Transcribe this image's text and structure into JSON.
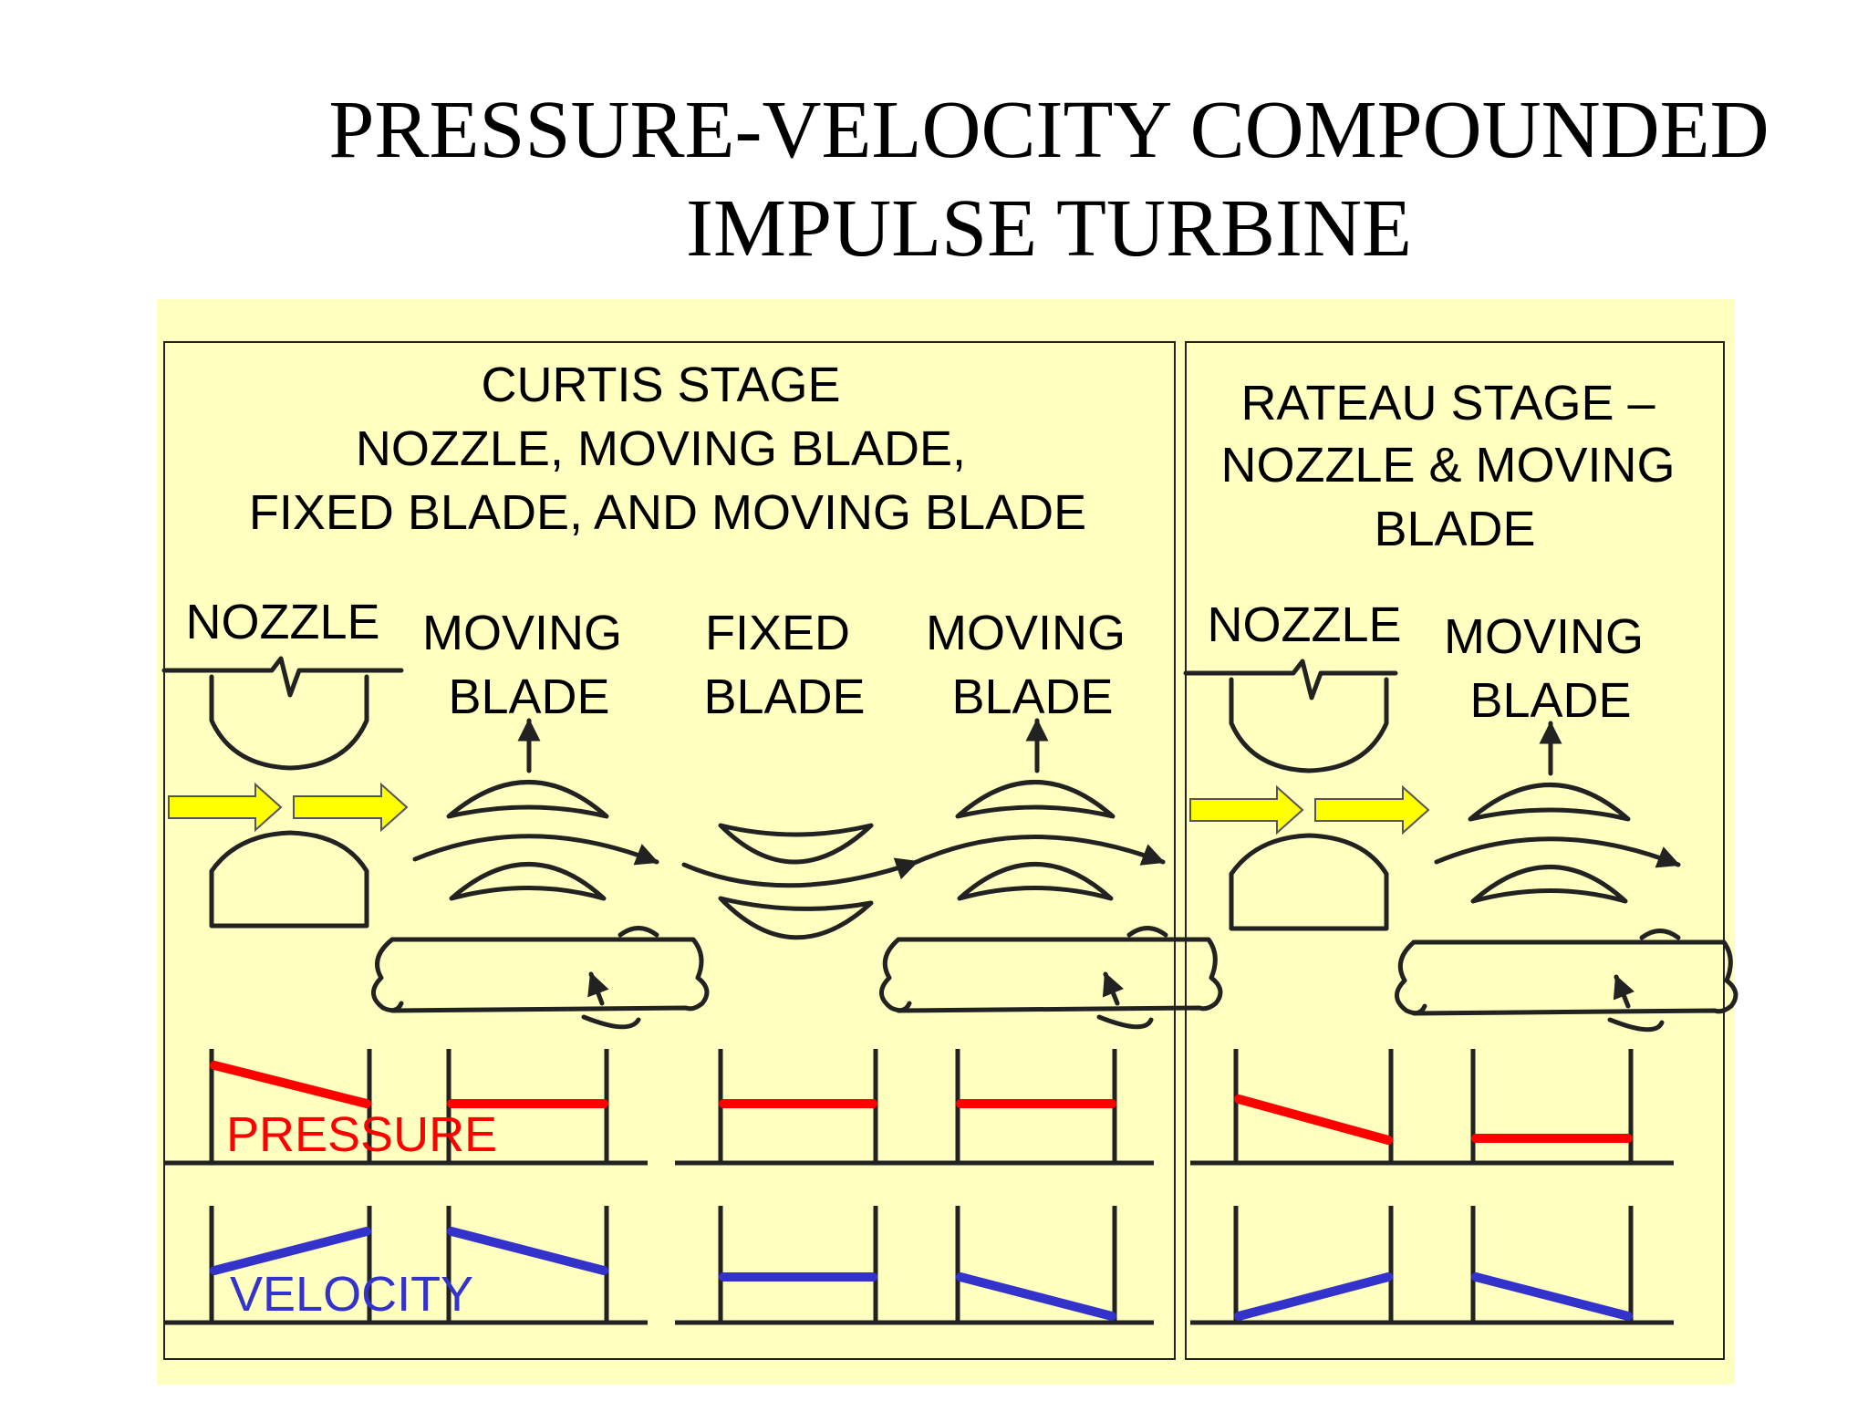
{
  "title": {
    "line1": "PRESSURE-VELOCITY COMPOUNDED",
    "line2": "IMPULSE TURBINE"
  },
  "curtis": {
    "heading": [
      "CURTIS STAGE",
      "NOZZLE, MOVING BLADE,",
      "FIXED BLADE, AND MOVING BLADE"
    ],
    "nozzle_label": "NOZZLE",
    "moving1_label": [
      "MOVING",
      "BLADE"
    ],
    "fixed_label": [
      "FIXED",
      "BLADE"
    ],
    "moving2_label": [
      "MOVING",
      "BLADE"
    ],
    "pressure_label": "PRESSURE",
    "velocity_label": "VELOCITY"
  },
  "rateau": {
    "heading": [
      "RATEAU STAGE –",
      "NOZZLE & MOVING",
      "BLADE"
    ],
    "nozzle_label": "NOZZLE",
    "moving_label": [
      "MOVING",
      "BLADE"
    ]
  },
  "colors": {
    "background": "#ffffc0",
    "pressure": "#ff0000",
    "velocity": "#3333cc",
    "arrow": "#ffff00"
  }
}
